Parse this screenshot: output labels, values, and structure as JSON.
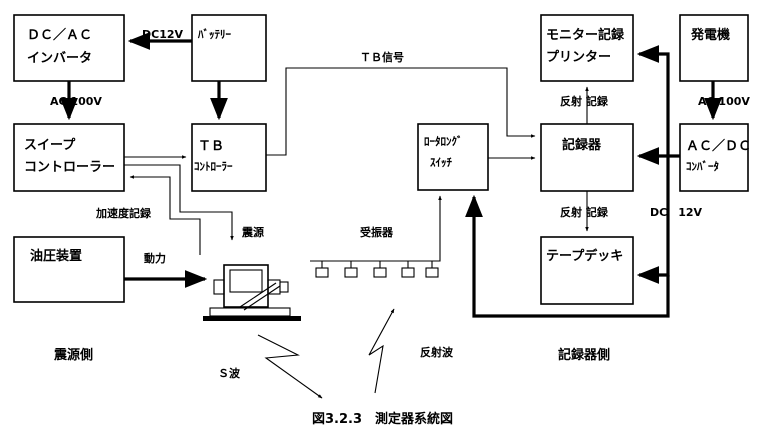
{
  "boxes": {
    "dcac_inverter": [
      "ＤＣ／ＡＣ",
      "インバータ"
    ],
    "battery": "ﾊﾞｯﾃﾘｰ",
    "sweep_controller": [
      "スイープ",
      "コントローラー"
    ],
    "tb_controller": [
      "ＴＢ",
      "ｺﾝﾄﾛｰﾗｰ"
    ],
    "hydraulic_unit": "油圧装置",
    "rotary_switch": [
      "ﾛｰﾀﾛﾝｸﾞ",
      "ｽｲｯﾁ"
    ],
    "recorder": "記録器",
    "monitor_printer": [
      "モニター記録",
      "プリンター"
    ],
    "generator": "発電機",
    "acdc_converter": [
      "ＡＣ／ＤＣ",
      "ｺﾝﾊﾞｰﾀ"
    ],
    "tape_deck": "テープデッキ"
  },
  "labels": {
    "dc12v_top": "DC12V",
    "ac100v_left": "AC 100V",
    "tb_signal": "ＴＢ信号",
    "reflect_record_1": "反射 記録",
    "ac100v_right": "AC 100V",
    "accel_record": "加速度記録",
    "source": "震源",
    "geophone": "受振器",
    "power": "動力",
    "reflect_record_2": "反射 記録",
    "dc12v_right": "DC　12V",
    "source_side": "震源側",
    "reflected_wave": "反射波",
    "recorder_side": "記録器側",
    "s_wave": "Ｓ波",
    "caption": "図3.2.3　測定器系統図"
  }
}
